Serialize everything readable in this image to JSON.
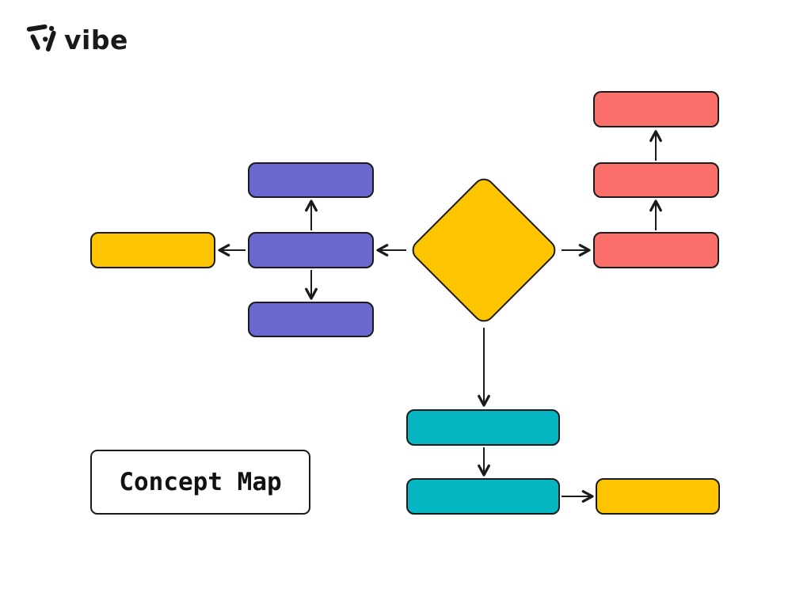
{
  "logo": {
    "text": "vibe"
  },
  "title_box": {
    "label": "Concept Map"
  },
  "palette": {
    "background": "#FFFFFF",
    "stroke": "#1B1B1B",
    "arrow": "#1B1B1B",
    "logo_color": "#191919",
    "yellow": "#FDC500",
    "purple": "#6A67CF",
    "red": "#FB6F6B",
    "teal": "#06B6C3"
  },
  "diagram": {
    "nodes": [
      {
        "id": "left-yellow",
        "shape": "rectangle",
        "color": "yellow",
        "text": ""
      },
      {
        "id": "purple-top",
        "shape": "rectangle",
        "color": "purple",
        "text": ""
      },
      {
        "id": "purple-middle",
        "shape": "rectangle",
        "color": "purple",
        "text": ""
      },
      {
        "id": "purple-bottom",
        "shape": "rectangle",
        "color": "purple",
        "text": ""
      },
      {
        "id": "center-diamond",
        "shape": "diamond",
        "color": "yellow",
        "text": ""
      },
      {
        "id": "red-top",
        "shape": "rectangle",
        "color": "red",
        "text": ""
      },
      {
        "id": "red-middle",
        "shape": "rectangle",
        "color": "red",
        "text": ""
      },
      {
        "id": "red-bottom",
        "shape": "rectangle",
        "color": "red",
        "text": ""
      },
      {
        "id": "teal-top",
        "shape": "rectangle",
        "color": "teal",
        "text": ""
      },
      {
        "id": "teal-bottom",
        "shape": "rectangle",
        "color": "teal",
        "text": ""
      },
      {
        "id": "bottom-right-yellow",
        "shape": "rectangle",
        "color": "yellow",
        "text": ""
      }
    ],
    "edges": [
      {
        "from": "purple-middle",
        "to": "purple-top",
        "direction": "up"
      },
      {
        "from": "purple-middle",
        "to": "purple-bottom",
        "direction": "down"
      },
      {
        "from": "center-diamond",
        "to": "purple-middle",
        "direction": "left"
      },
      {
        "from": "purple-middle",
        "to": "left-yellow",
        "direction": "left"
      },
      {
        "from": "center-diamond",
        "to": "red-bottom",
        "direction": "right"
      },
      {
        "from": "red-bottom",
        "to": "red-middle",
        "direction": "up"
      },
      {
        "from": "red-middle",
        "to": "red-top",
        "direction": "up"
      },
      {
        "from": "center-diamond",
        "to": "teal-top",
        "direction": "down"
      },
      {
        "from": "teal-top",
        "to": "teal-bottom",
        "direction": "down"
      },
      {
        "from": "teal-bottom",
        "to": "bottom-right-yellow",
        "direction": "right"
      }
    ]
  }
}
